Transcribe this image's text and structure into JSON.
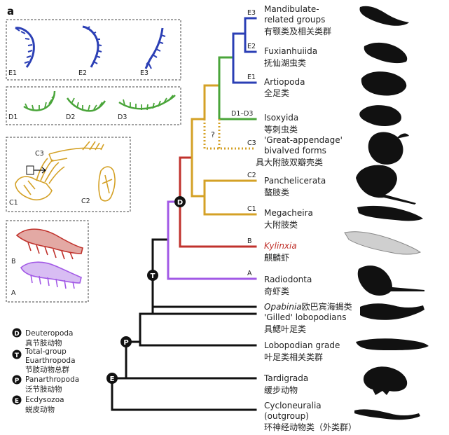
{
  "panel_letter": "a",
  "taxa": [
    {
      "name": "Mandibulate-",
      "name2": "related groups",
      "cn": "有颚类及相关类群"
    },
    {
      "name": "Fuxianhuiida",
      "cn": "抚仙湖虫类"
    },
    {
      "name": "Artiopoda",
      "cn": "全足类"
    },
    {
      "name": "Isoxyida",
      "cn": "等刺虫类"
    },
    {
      "name": "'Great-appendage'",
      "name2": "bivalved forms",
      "cn": "具大附肢双瓣壳类"
    },
    {
      "name": "Panchelicerata",
      "cn": "螯肢类"
    },
    {
      "name": "Megacheira",
      "cn": "大附肢类"
    },
    {
      "name": "Kylinxia",
      "cn": "麒麟虾"
    },
    {
      "name": "Radiodonta",
      "cn": "奇虾类"
    },
    {
      "name": "Opabinia",
      "cn": "欧巴宾海蝎类"
    },
    {
      "name": "'Gilled' lobopodians",
      "cn": "具鳃叶足类"
    },
    {
      "name": "Lobopodian grade",
      "cn": "叶足类相关类群"
    },
    {
      "name": "Tardigrada",
      "cn": "缓步动物"
    },
    {
      "name": "Cycloneuralia",
      "name2": "(outgroup)",
      "cn": "环神经动物类（外类群）"
    }
  ],
  "branch_labels": {
    "E3": "E3",
    "E2": "E2",
    "E1": "E1",
    "D1D3": "D1–D3",
    "C3": "C3",
    "C2": "C2",
    "C1": "C1",
    "B": "B",
    "A": "A",
    "question": "?"
  },
  "nodes": {
    "D": "D",
    "T": "T",
    "P": "P",
    "E": "E"
  },
  "legend": [
    {
      "letter": "D",
      "en": "Deuteropoda",
      "cn": "真节肢动物"
    },
    {
      "letter": "T",
      "en": "Total-group",
      "en2": "Euarthropoda",
      "cn": "节肢动物总群"
    },
    {
      "letter": "P",
      "en": "Panarthropoda",
      "cn": "泛节肢动物"
    },
    {
      "letter": "E",
      "en": "Ecdysozoa",
      "cn": "蜕皮动物"
    }
  ],
  "panel_labels": {
    "E1": "E1",
    "E2": "E2",
    "E3": "E3",
    "D1": "D1",
    "D2": "D2",
    "D3": "D3",
    "C1": "C1",
    "C2": "C2",
    "C3": "C3",
    "B": "B",
    "A": "A"
  },
  "colors": {
    "black": "#111111",
    "purple": "#a259e6",
    "red": "#c0322c",
    "gold": "#d4a126",
    "green": "#4aa53a",
    "blue": "#2b3fb5",
    "kylinxia": "#c0322c"
  }
}
